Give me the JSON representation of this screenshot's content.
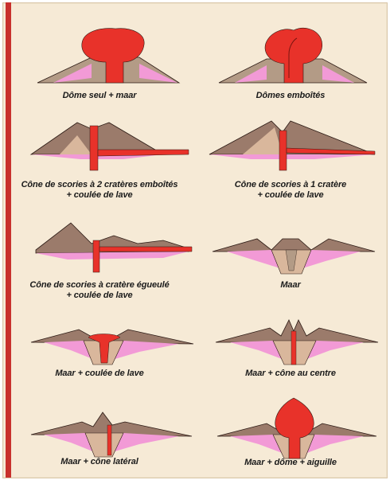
{
  "captions": {
    "dome_seul": "Dôme seul + maar",
    "domes_emboites": "Dômes emboîtés",
    "cone_2_crateres_l1": "Cône de scories à 2 cratères emboîtés",
    "cone_2_crateres_l2": "+ coulée de lave",
    "cone_1_cratere_l1": "Cône de scories à 1 cratère",
    "cone_1_cratere_l2": "+ coulée de lave",
    "cone_egueule_l1": "Cône de scories à cratère égueulé",
    "cone_egueule_l2": "+ coulée de lave",
    "maar": "Maar",
    "maar_coulee": "Maar + coulée de lave",
    "maar_cone_centre": "Maar + cône au centre",
    "maar_cone_lateral": "Maar + cône latéral",
    "maar_dome_aiguille": "Maar + dôme + aiguille"
  },
  "colors": {
    "magma": "#e8322a",
    "scoria": "#9b7b6b",
    "tuff": "#d9b79c",
    "pink": "#f29ad6",
    "breccia": "#b39b86",
    "outline": "#2b1a14"
  }
}
